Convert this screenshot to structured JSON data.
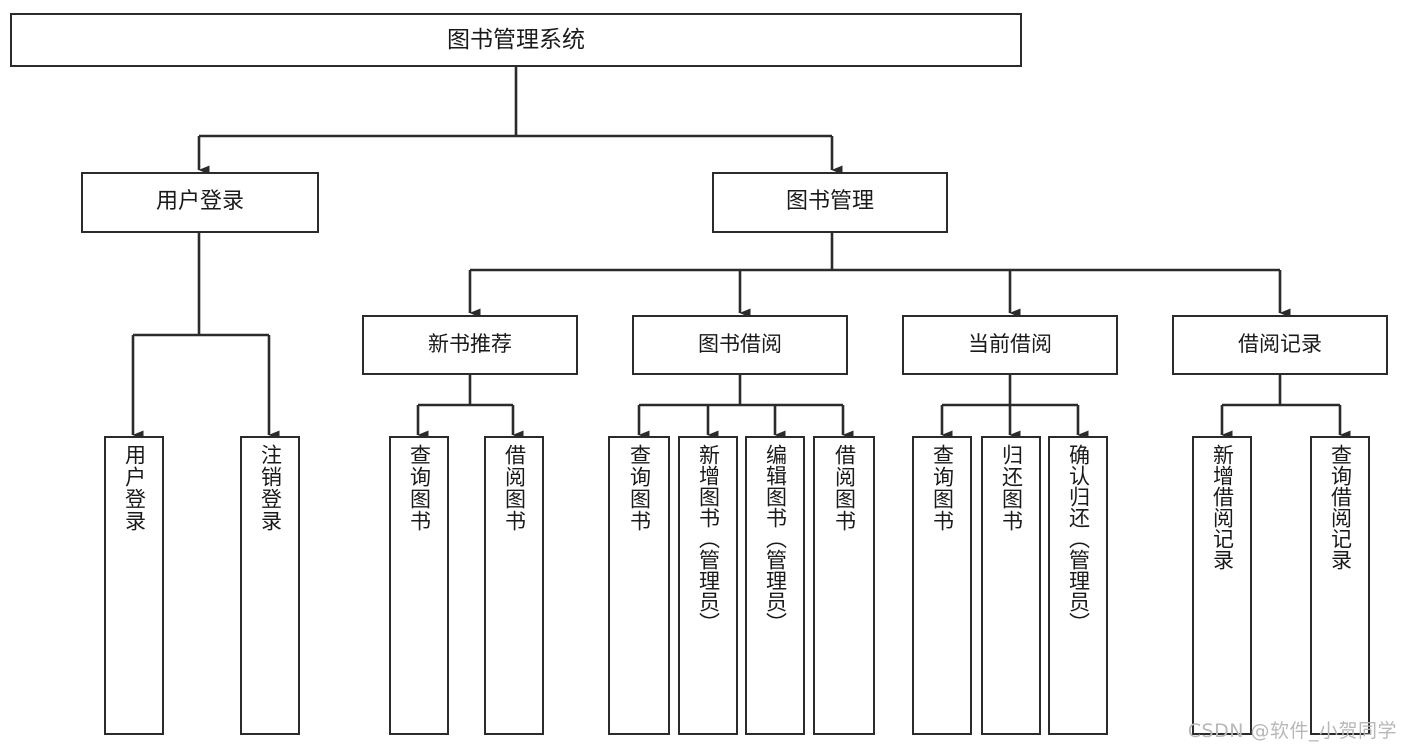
{
  "diagram": {
    "title": "图书管理系统",
    "type": "tree",
    "watermark": "CSDN @软件_小贺同学",
    "colors": {
      "box_border": "#2b2b2b",
      "box_fill": "#ffffff",
      "connector": "#2b2b2b",
      "text": "#1a1a1a",
      "watermark": "#b8b8b8"
    },
    "root": {
      "label": "图书管理系统"
    },
    "level1": [
      {
        "label": "用户登录"
      },
      {
        "label": "图书管理"
      }
    ],
    "level2": [
      {
        "label": "新书推荐"
      },
      {
        "label": "图书借阅"
      },
      {
        "label": "当前借阅"
      },
      {
        "label": "借阅记录"
      }
    ],
    "leaves": {
      "user_login": [
        {
          "label": "用户登录"
        },
        {
          "label": "注销登录"
        }
      ],
      "new_book_recommend": [
        {
          "label": "查询图书"
        },
        {
          "label": "借阅图书"
        }
      ],
      "book_borrow": [
        {
          "label": "查询图书"
        },
        {
          "label": "新增图书（管理员）"
        },
        {
          "label": "编辑图书（管理员）"
        },
        {
          "label": "借阅图书"
        }
      ],
      "current_borrow": [
        {
          "label": "查询图书"
        },
        {
          "label": "归还图书"
        },
        {
          "label": "确认归还（管理员）"
        }
      ],
      "borrow_record": [
        {
          "label": "新增借阅记录"
        },
        {
          "label": "查询借阅记录"
        }
      ]
    }
  }
}
